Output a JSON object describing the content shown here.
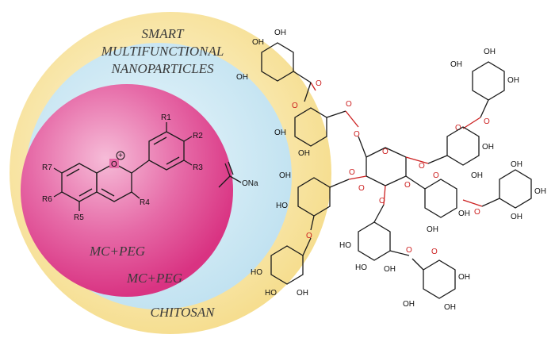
{
  "colors": {
    "chitosan_shell": "#f8e7a6",
    "peg_shell": "#cfe9f5",
    "core_pink": "#e0468f"
  },
  "labels": {
    "outer_title": [
      "SMART",
      "MULTIFUNCTIONAL",
      "NANOPARTICLES"
    ],
    "core_layer": "MC+PEG",
    "middle_layer": "MC+PEG",
    "outer_layer": "CHITOSAN"
  },
  "anthocyanin": {
    "substituents": [
      "R1",
      "R2",
      "R3",
      "R4",
      "R5",
      "R6",
      "R7"
    ],
    "charge": "+",
    "oxygen": "O"
  },
  "acetate": {
    "label": "ONa"
  },
  "tannic_acid": {
    "hydroxyl": "OH",
    "oxygen": "O",
    "ho_label": "HO"
  }
}
